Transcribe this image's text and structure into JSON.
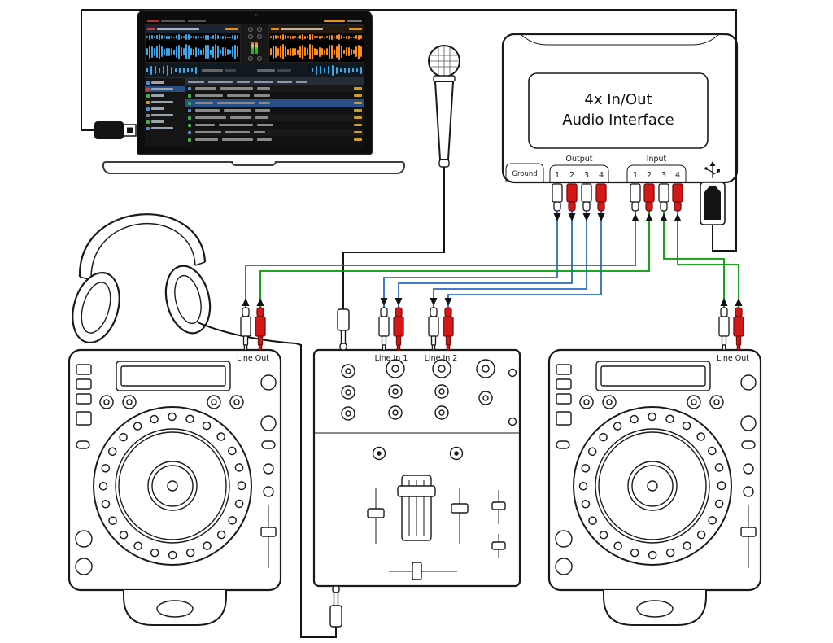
{
  "interface": {
    "title_line1": "4x In/Out",
    "title_line2": "Audio Interface",
    "ground_label": "Ground",
    "output_label": "Output",
    "input_label": "Input",
    "output_ports": [
      "1",
      "2",
      "3",
      "4"
    ],
    "input_ports": [
      "1",
      "2",
      "3",
      "4"
    ],
    "usb_icon": "usb-trident-icon"
  },
  "mixer": {
    "line_in_1_label": "Line In 1",
    "line_in_2_label": "Line In 2"
  },
  "decks": {
    "left_line_out_label": "Line Out",
    "right_line_out_label": "Line Out"
  },
  "colors": {
    "cable_black": "#141414",
    "cable_blue": "#2e6cc0",
    "cable_green": "#009a00",
    "rca_red": "#d41717",
    "rca_white": "#ffffff",
    "waveform_left": "#3fa8e8",
    "waveform_right": "#ff8c1e",
    "selection_blue": "#2a4f86"
  }
}
